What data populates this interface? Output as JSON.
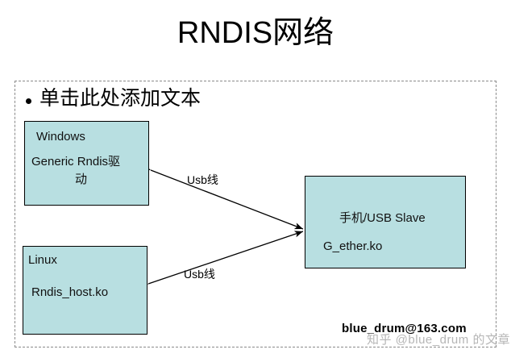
{
  "slide": {
    "title": "RNDIS网络",
    "bullet": {
      "marker": "bullet-dot",
      "text": "单击此处添加文本"
    },
    "placeholder_border": "dashed"
  },
  "diagram": {
    "type": "block-diagram",
    "boxes": [
      {
        "id": "windows",
        "lines": [
          "Windows",
          "Generic  Rndis驱",
          "动"
        ],
        "fill": "#b8dfe1",
        "stroke": "#000000"
      },
      {
        "id": "linux",
        "lines": [
          "Linux",
          "Rndis_host.ko"
        ],
        "fill": "#b8dfe1",
        "stroke": "#000000"
      },
      {
        "id": "phone",
        "lines": [
          "手机/USB Slave",
          "G_ether.ko"
        ],
        "fill": "#b8dfe1",
        "stroke": "#000000"
      }
    ],
    "connectors": [
      {
        "id": "windows-to-phone",
        "label": "Usb线",
        "from": "windows",
        "to": "phone",
        "arrowheads": "both"
      },
      {
        "id": "linux-to-phone",
        "label": "Usb线",
        "from": "linux",
        "to": "phone",
        "arrowheads": "both"
      }
    ]
  },
  "footer": {
    "email": "blue_drum@163.com",
    "watermark": "知乎 @blue_drum 的文章"
  }
}
